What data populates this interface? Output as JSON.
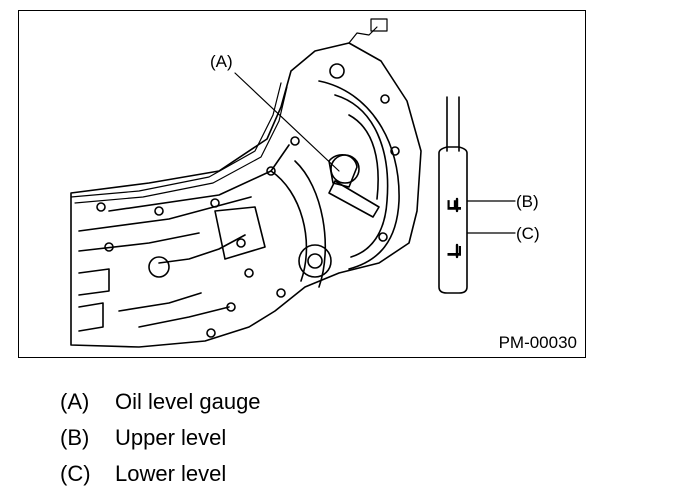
{
  "figure": {
    "code": "PM-00030",
    "callouts": {
      "a": "(A)",
      "b": "(B)",
      "c": "(C)"
    },
    "dipstick_marks": {
      "full": "F",
      "low": "L"
    }
  },
  "legend": [
    {
      "key": "(A)",
      "text": "Oil level gauge"
    },
    {
      "key": "(B)",
      "text": "Upper level"
    },
    {
      "key": "(C)",
      "text": "Lower level"
    }
  ]
}
